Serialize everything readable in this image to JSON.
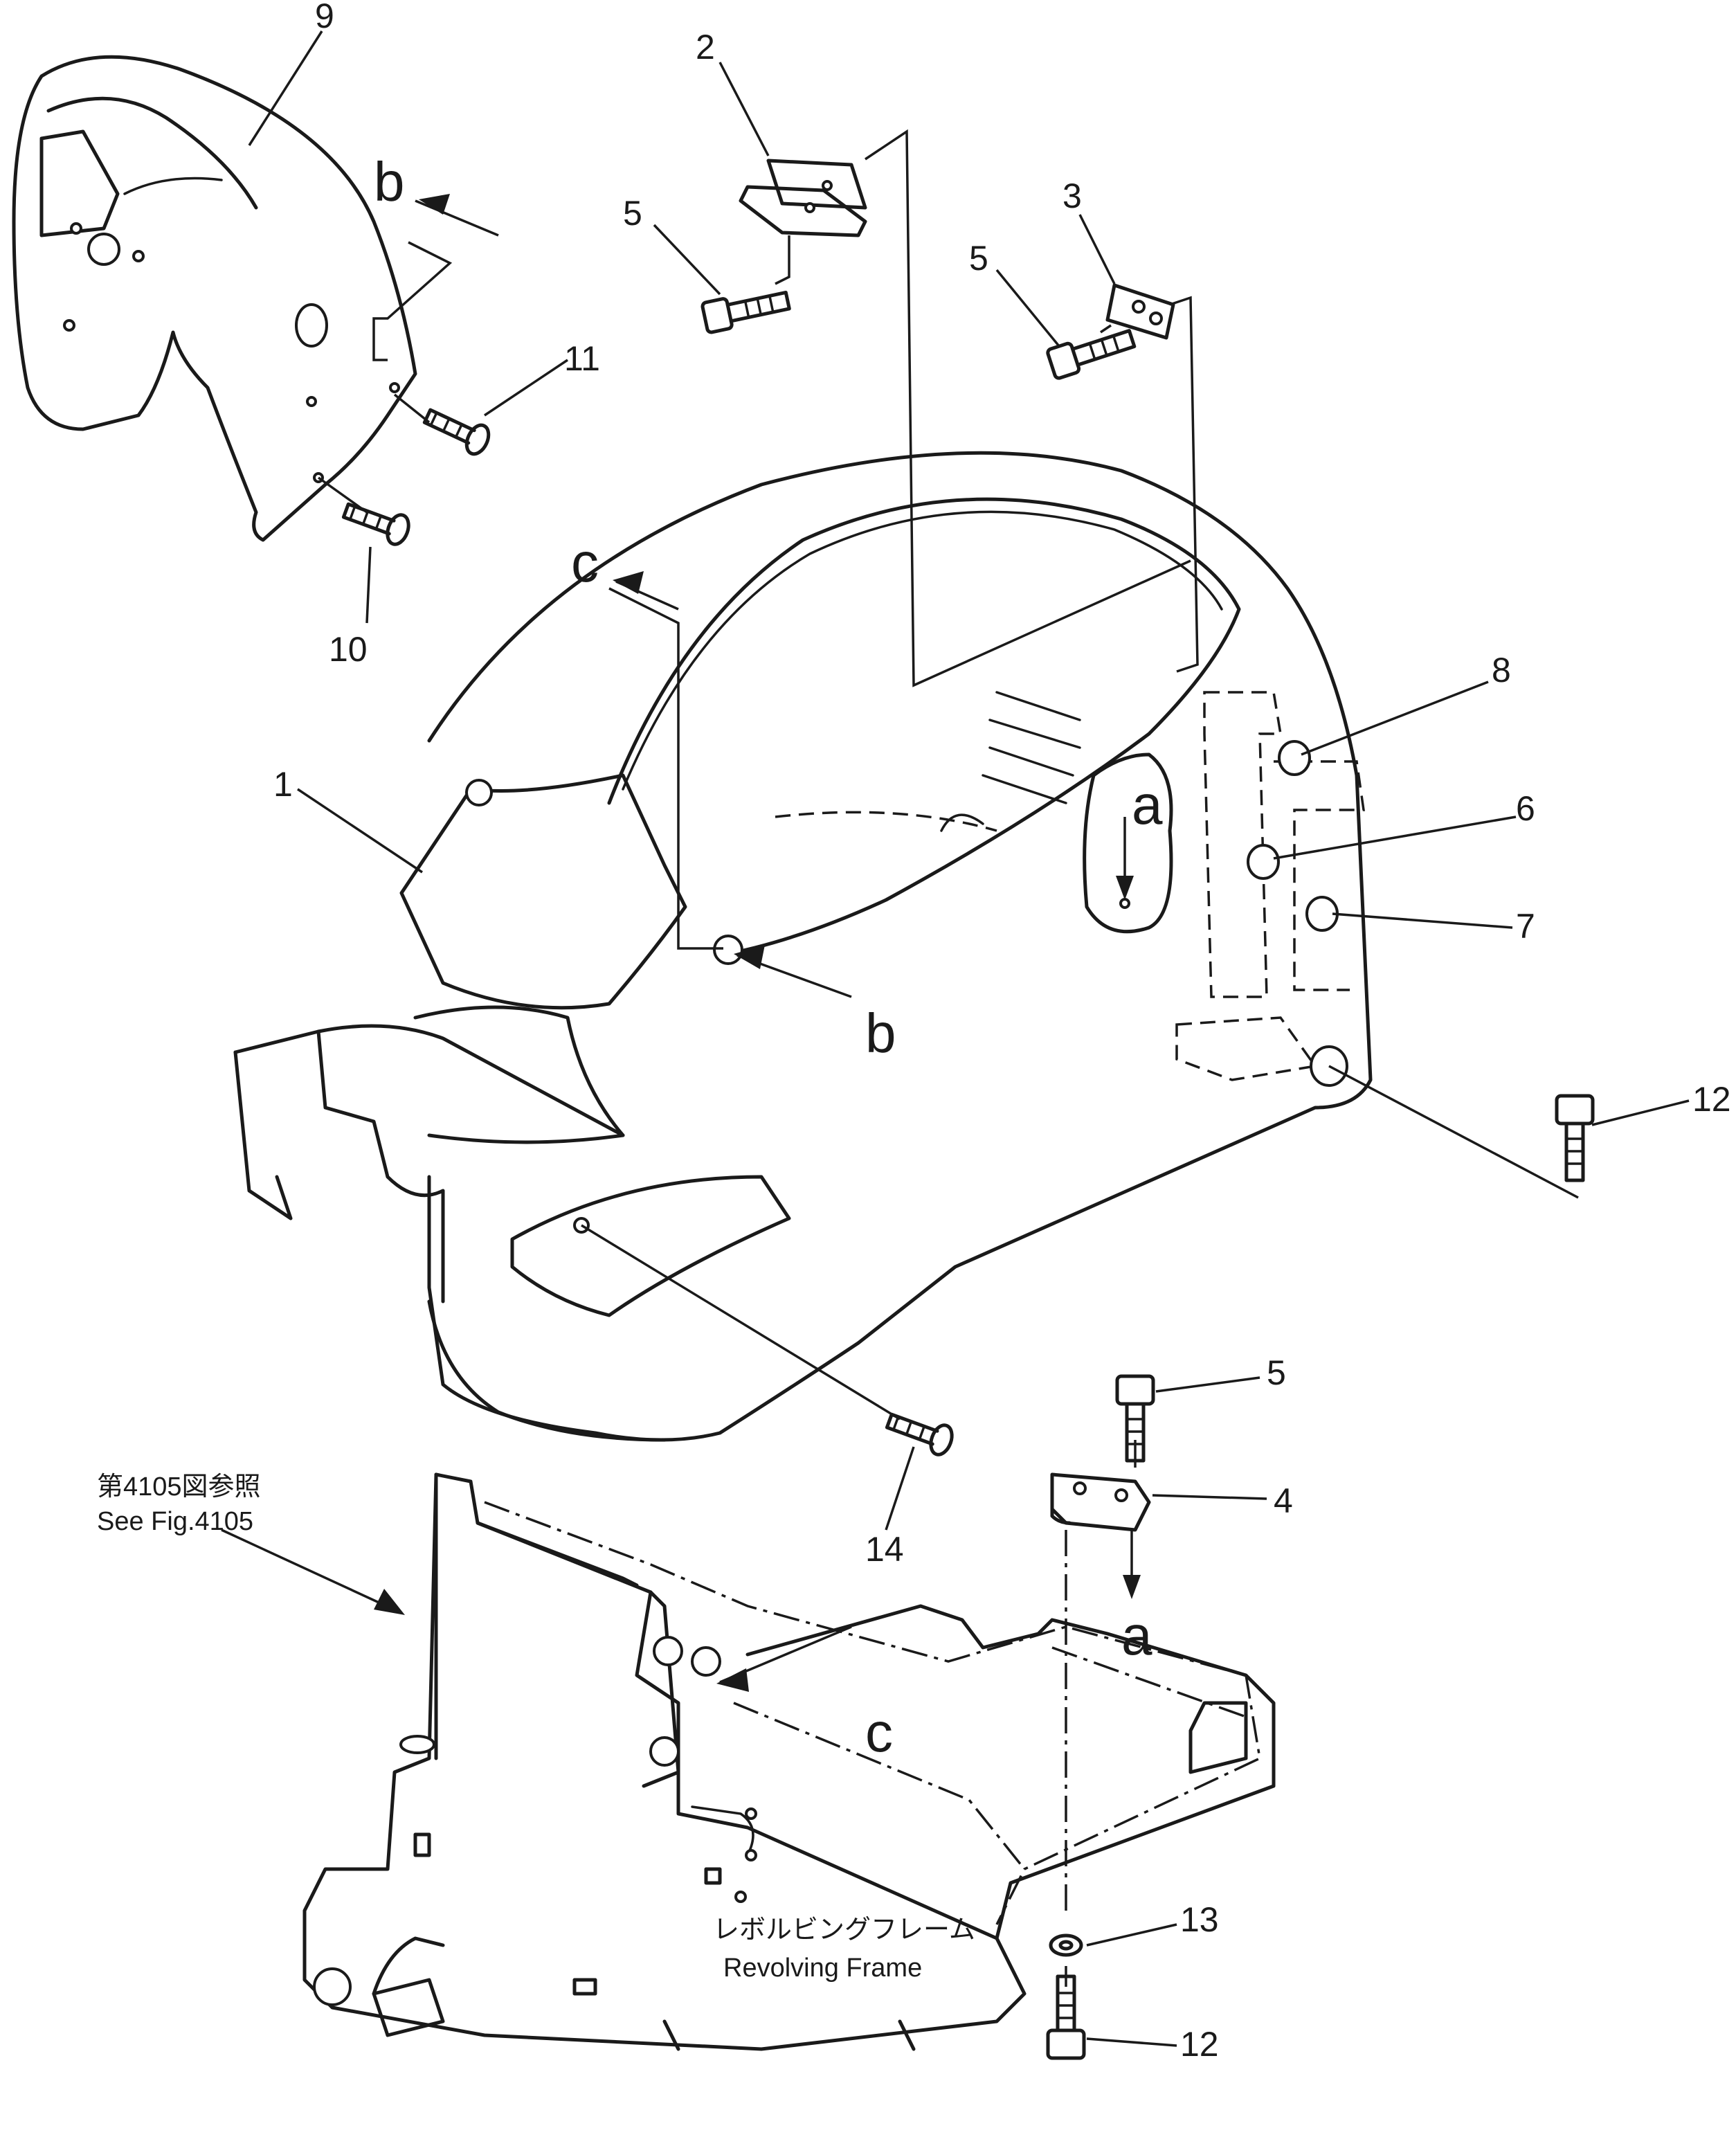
{
  "callouts": [
    {
      "id": "1",
      "text": "1"
    },
    {
      "id": "2",
      "text": "2"
    },
    {
      "id": "3",
      "text": "3"
    },
    {
      "id": "4",
      "text": "4"
    },
    {
      "id": "5a",
      "text": "5"
    },
    {
      "id": "5b",
      "text": "5"
    },
    {
      "id": "5c",
      "text": "5"
    },
    {
      "id": "6",
      "text": "6"
    },
    {
      "id": "7",
      "text": "7"
    },
    {
      "id": "8",
      "text": "8"
    },
    {
      "id": "9",
      "text": "9"
    },
    {
      "id": "10",
      "text": "10"
    },
    {
      "id": "11",
      "text": "11"
    },
    {
      "id": "12a",
      "text": "12"
    },
    {
      "id": "12b",
      "text": "12"
    },
    {
      "id": "13",
      "text": "13"
    },
    {
      "id": "14",
      "text": "14"
    }
  ],
  "view_arrows": {
    "b_top": "b",
    "b_mid": "b",
    "c_top": "c",
    "c_low": "c",
    "a_top": "a",
    "a_low": "a"
  },
  "notes": {
    "see_fig_jp": "第4105図参照",
    "see_fig_en": "See Fig.4105",
    "revolving_frame_jp": "レボルビングフレーム",
    "revolving_frame_en": "Revolving Frame"
  }
}
